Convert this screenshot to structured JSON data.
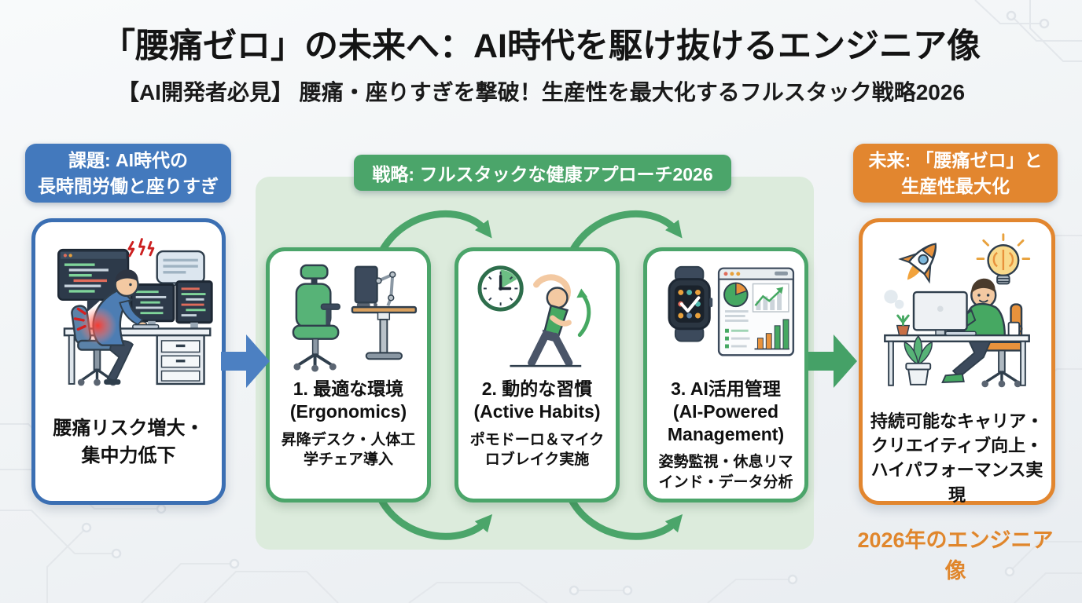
{
  "header": {
    "title": "「腰痛ゼロ」の未来へ：AI時代を駆け抜けるエンジニア像",
    "subtitle": "【AI開発者必見】 腰痛・座りすぎを撃破！生産性を最大化するフルスタック戦略2026"
  },
  "problem": {
    "badge": "課題: AI時代の\n長時間労働と座りすぎ",
    "caption": "腰痛リスク増大・\n集中力低下",
    "accent_color": "#4379bd",
    "illustration": "engineer-hunched-at-desk-with-back-pain"
  },
  "strategy": {
    "badge": "戦略: フルスタックな健康アプローチ2026",
    "accent_color": "#4ba56a",
    "steps": [
      {
        "title": "1. 最適な環境\n(Ergonomics)",
        "desc": "昇降デスク・人体工\n学チェア導入",
        "illustration": "ergonomic-chair-and-standing-desk"
      },
      {
        "title": "2. 動的な習慣\n(Active Habits)",
        "desc": "ポモドーロ＆マイク\nロブレイク実施",
        "illustration": "stretching-figure-with-pomodoro-clock"
      },
      {
        "title": "3. AI活用管理\n(AI-Powered\nManagement)",
        "desc": "姿勢監視・休息リマ\nインド・データ分析",
        "illustration": "smartwatch-and-analytics-dashboard"
      }
    ]
  },
  "future": {
    "badge": "未来: 「腰痛ゼロ」と\n生産性最大化",
    "caption": "持続可能なキャリア・\nクリエイティブ向上・\nハイパフォーマンス実現",
    "footer": "2026年のエンジニア像",
    "accent_color": "#e2862f",
    "illustration": "happy-engineer-with-rocket-and-lightbulb"
  }
}
